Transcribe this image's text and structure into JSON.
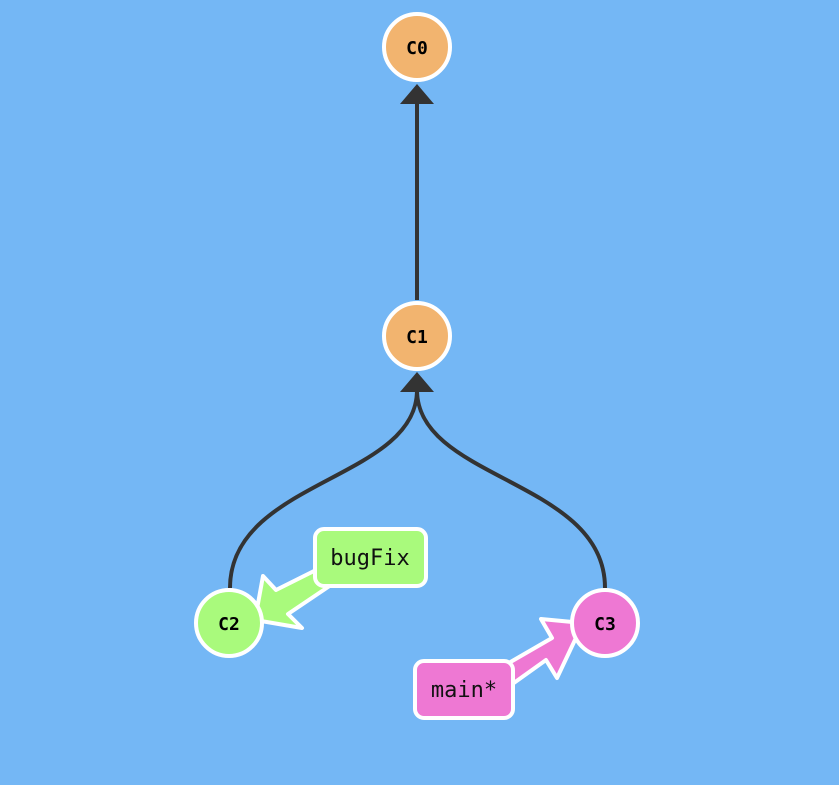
{
  "colors": {
    "background": "#74b7f5",
    "edge": "#333333",
    "node_stroke": "#ffffff",
    "commit_main": "#f2b46f",
    "commit_bugfix": "#a9fa7c",
    "commit_head": "#ee78d3"
  },
  "commits": [
    {
      "id": "C0",
      "label": "C0"
    },
    {
      "id": "C1",
      "label": "C1"
    },
    {
      "id": "C2",
      "label": "C2"
    },
    {
      "id": "C3",
      "label": "C3"
    }
  ],
  "edges": [
    {
      "from": "C1",
      "to": "C0"
    },
    {
      "from": "C2",
      "to": "C1"
    },
    {
      "from": "C3",
      "to": "C1"
    }
  ],
  "branches": [
    {
      "name": "bugFix",
      "points_to": "C2",
      "is_head": false
    },
    {
      "name": "main*",
      "points_to": "C3",
      "is_head": true
    }
  ]
}
